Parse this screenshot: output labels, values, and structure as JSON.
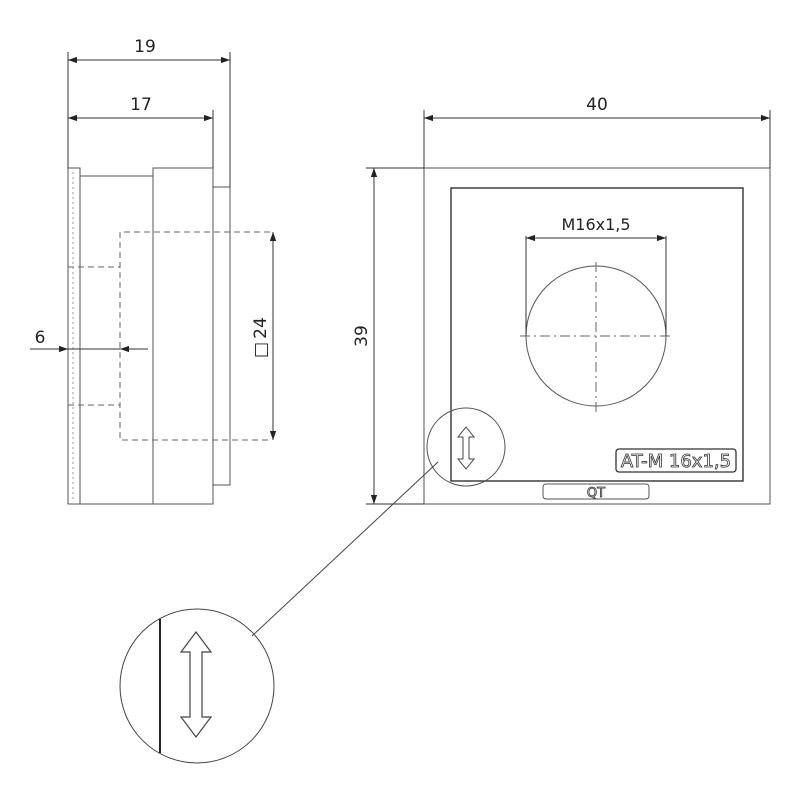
{
  "side_view": {
    "dim_top": "19",
    "dim_second": "17",
    "dim_side": "6",
    "dim_square": "24",
    "square_symbol": "□"
  },
  "front_view": {
    "dim_width": "40",
    "dim_height": "39",
    "thread_label": "M16x1,5",
    "marking_label": "AT-M 16x1,5",
    "tab_label": "QT"
  },
  "detail": {
    "icon": "double-arrow-vertical-icon"
  }
}
